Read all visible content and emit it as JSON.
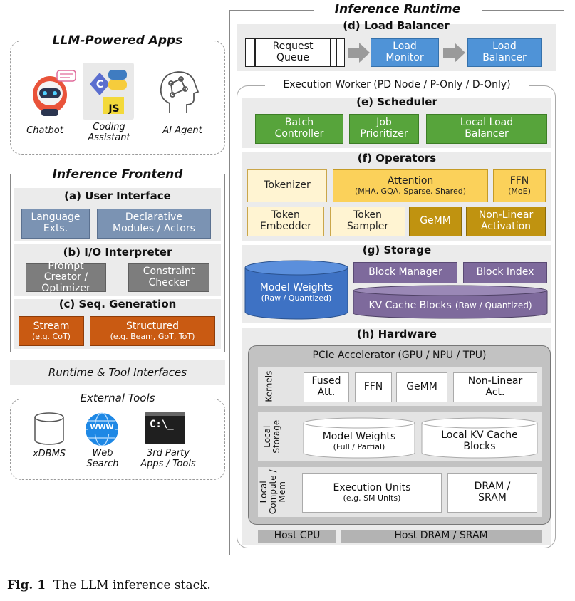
{
  "llm_apps": {
    "title": "LLM-Powered Apps",
    "chatbot": "Chatbot",
    "coding_assistant": "Coding Assistant",
    "ai_agent": "AI Agent",
    "js_badge": "JS"
  },
  "frontend": {
    "title": "Inference Frontend",
    "user_interface": {
      "title": "(a) User Interface",
      "language_exts": "Language Exts.",
      "declarative": "Declarative Modules / Actors"
    },
    "io_interpreter": {
      "title": "(b) I/O Interpreter",
      "prompt_creator": "Prompt Creator / Optimizer",
      "constraint_checker": "Constraint Checker"
    },
    "seq_generation": {
      "title": "(c) Seq. Generation",
      "stream": "Stream",
      "stream_sub": "(e.g. CoT)",
      "structured": "Structured",
      "structured_sub": "(e.g. Beam, GoT, ToT)"
    }
  },
  "runtime_tool_interfaces": "Runtime & Tool Interfaces",
  "external_tools": {
    "title": "External Tools",
    "xdbms": "xDBMS",
    "web_search": "Web Search",
    "third_party": "3rd Party Apps / Tools",
    "www": "WWW",
    "terminal": "C:\\_"
  },
  "runtime": {
    "title": "Inference Runtime",
    "load_balancer_section": {
      "title": "(d) Load Balancer",
      "request_queue": "Request Queue",
      "load_monitor": "Load Monitor",
      "load_balancer": "Load Balancer"
    },
    "worker_title": "Execution Worker (PD Node / P-Only / D-Only)",
    "scheduler": {
      "title": "(e) Scheduler",
      "batch_controller": "Batch Controller",
      "job_prioritizer": "Job Prioritizer",
      "local_load_balancer": "Local Load Balancer"
    },
    "operators": {
      "title": "(f) Operators",
      "tokenizer": "Tokenizer",
      "attention": "Attention",
      "attention_sub": "(MHA, GQA, Sparse, Shared)",
      "ffn": "FFN",
      "ffn_sub": "(MoE)",
      "token_embedder": "Token Embedder",
      "token_sampler": "Token Sampler",
      "gemm": "GeMM",
      "non_linear": "Non-Linear Activation"
    },
    "storage": {
      "title": "(g) Storage",
      "model_weights": "Model Weights",
      "model_weights_sub": "(Raw / Quantized)",
      "block_manager": "Block Manager",
      "block_index": "Block Index",
      "kv_cache": "KV Cache Blocks",
      "kv_cache_sub": "(Raw / Quantized)"
    },
    "hardware": {
      "title": "(h) Hardware",
      "accelerator": "PCIe Accelerator (GPU / NPU / TPU)",
      "kernels_label": "Kernels",
      "fused_att": "Fused Att.",
      "ffn": "FFN",
      "gemm": "GeMM",
      "non_linear_act": "Non-Linear Act.",
      "local_storage_label": "Local Storage",
      "hw_model_weights": "Model Weights",
      "hw_model_weights_sub": "(Full / Partial)",
      "local_kv": "Local KV Cache Blocks",
      "local_compute_label": "Local Compute / Mem",
      "execution_units": "Execution Units",
      "execution_units_sub": "(e.g. SM Units)",
      "dram_sram": "DRAM / SRAM",
      "host_cpu": "Host CPU",
      "host_dram": "Host DRAM / SRAM"
    }
  },
  "caption": {
    "label": "Fig. 1",
    "text": "The LLM inference stack."
  },
  "colors": {
    "blue": "#7b93b3",
    "gray": "#7d7d7d",
    "orange": "#c95a12",
    "lb_blue": "#4f93d7",
    "green": "#57a43b",
    "light_yellow": "#fff4d2",
    "yellow": "#fbd15a",
    "gold": "#c09310",
    "purple": "#7e6a9c",
    "storage_blue": "#3e72c4"
  }
}
